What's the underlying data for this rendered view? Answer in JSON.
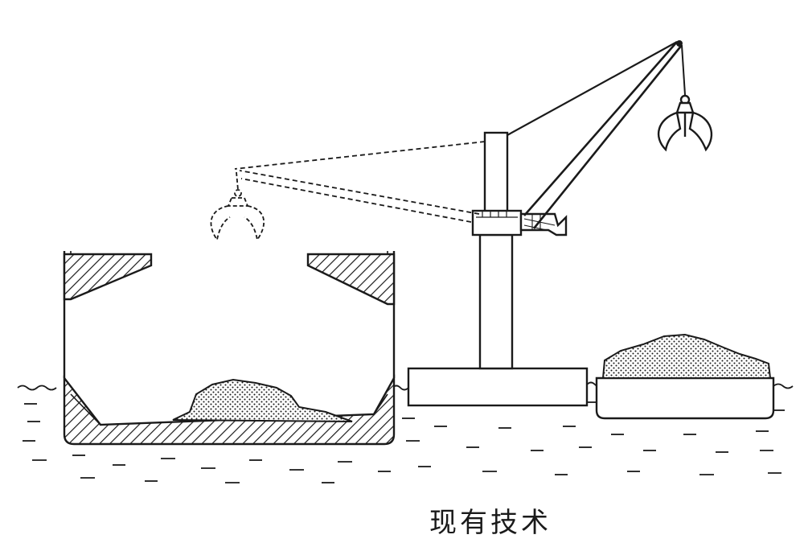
{
  "figure": {
    "caption": "现有技术"
  },
  "colors": {
    "line": "#1a1a1a",
    "background": "#ffffff"
  },
  "icons": [
    "hatch-pattern",
    "dot-pattern",
    "grab-bucket-icon"
  ]
}
